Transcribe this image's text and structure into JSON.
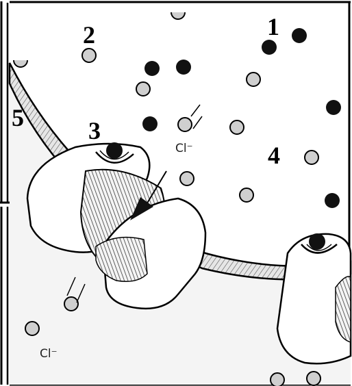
{
  "labels": {
    "n1": "1",
    "n2": "2",
    "n3": "3",
    "n4": "4",
    "n5": "5"
  },
  "ions": {
    "cl_upper": "Cl⁻",
    "cl_lower": "Cl⁻"
  },
  "colors": {
    "dark_particle": "#111111",
    "light_particle": "#cfcfcf",
    "membrane": "#d6d6d6",
    "outline": "#000000"
  }
}
